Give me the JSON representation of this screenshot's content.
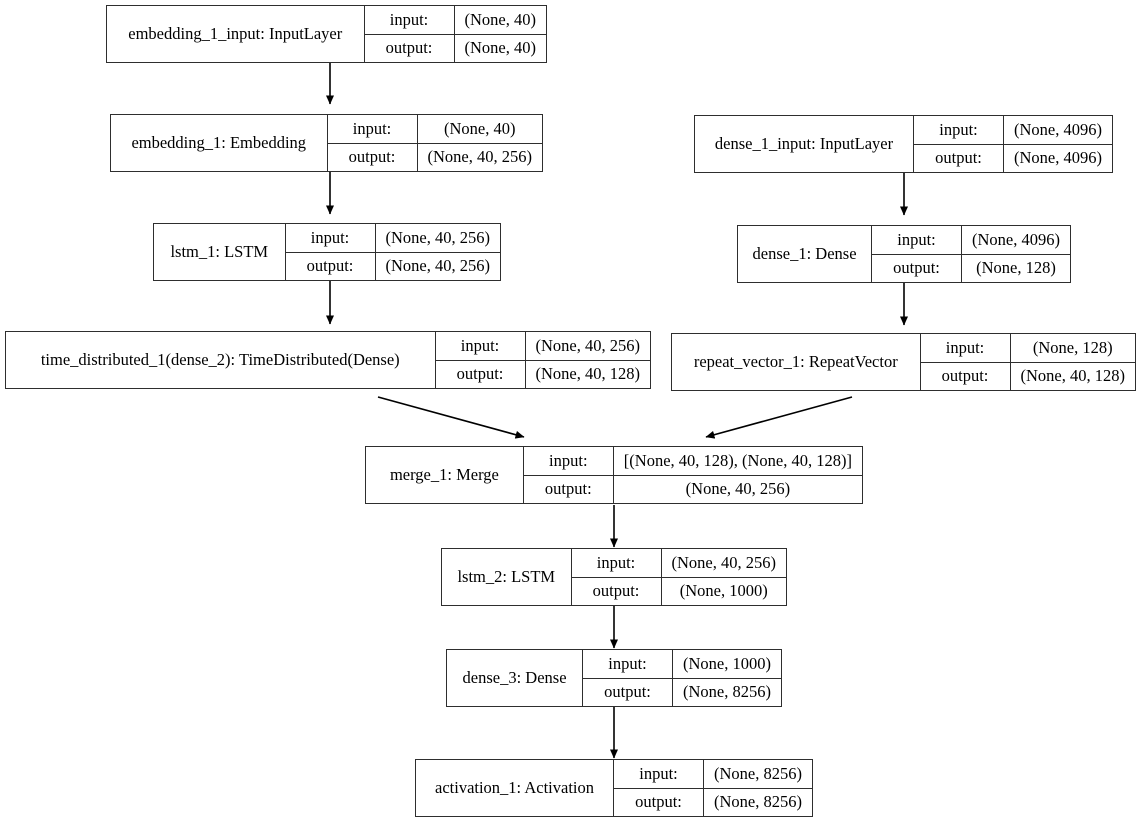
{
  "diagram": {
    "title": "Keras model architecture graph",
    "kind": "neural-network-layer-graph",
    "background_color": "#ffffff",
    "line_color": "#2e2e2e",
    "text_color": "#000000",
    "io_labels": {
      "input": "input:",
      "output": "output:"
    },
    "nodes": [
      {
        "id": "embedding_1_input",
        "name": "embedding_1_input: InputLayer",
        "input": "(None, 40)",
        "output": "(None, 40)"
      },
      {
        "id": "embedding_1",
        "name": "embedding_1: Embedding",
        "input": "(None, 40)",
        "output": "(None, 40, 256)"
      },
      {
        "id": "lstm_1",
        "name": "lstm_1: LSTM",
        "input": "(None, 40, 256)",
        "output": "(None, 40, 256)"
      },
      {
        "id": "time_distributed_1",
        "name": "time_distributed_1(dense_2): TimeDistributed(Dense)",
        "input": "(None, 40, 256)",
        "output": "(None, 40, 128)"
      },
      {
        "id": "dense_1_input",
        "name": "dense_1_input: InputLayer",
        "input": "(None, 4096)",
        "output": "(None, 4096)"
      },
      {
        "id": "dense_1",
        "name": "dense_1: Dense",
        "input": "(None, 4096)",
        "output": "(None, 128)"
      },
      {
        "id": "repeat_vector_1",
        "name": "repeat_vector_1: RepeatVector",
        "input": "(None, 128)",
        "output": "(None, 40, 128)"
      },
      {
        "id": "merge_1",
        "name": "merge_1: Merge",
        "input": "[(None, 40, 128), (None, 40, 128)]",
        "output": "(None, 40, 256)"
      },
      {
        "id": "lstm_2",
        "name": "lstm_2: LSTM",
        "input": "(None, 40, 256)",
        "output": "(None, 1000)"
      },
      {
        "id": "dense_3",
        "name": "dense_3: Dense",
        "input": "(None, 1000)",
        "output": "(None, 8256)"
      },
      {
        "id": "activation_1",
        "name": "activation_1: Activation",
        "input": "(None, 8256)",
        "output": "(None, 8256)"
      }
    ],
    "edges": [
      {
        "from": "embedding_1_input",
        "to": "embedding_1"
      },
      {
        "from": "embedding_1",
        "to": "lstm_1"
      },
      {
        "from": "lstm_1",
        "to": "time_distributed_1"
      },
      {
        "from": "time_distributed_1",
        "to": "merge_1"
      },
      {
        "from": "dense_1_input",
        "to": "dense_1"
      },
      {
        "from": "dense_1",
        "to": "repeat_vector_1"
      },
      {
        "from": "repeat_vector_1",
        "to": "merge_1"
      },
      {
        "from": "merge_1",
        "to": "lstm_2"
      },
      {
        "from": "lstm_2",
        "to": "dense_3"
      },
      {
        "from": "dense_3",
        "to": "activation_1"
      }
    ]
  }
}
